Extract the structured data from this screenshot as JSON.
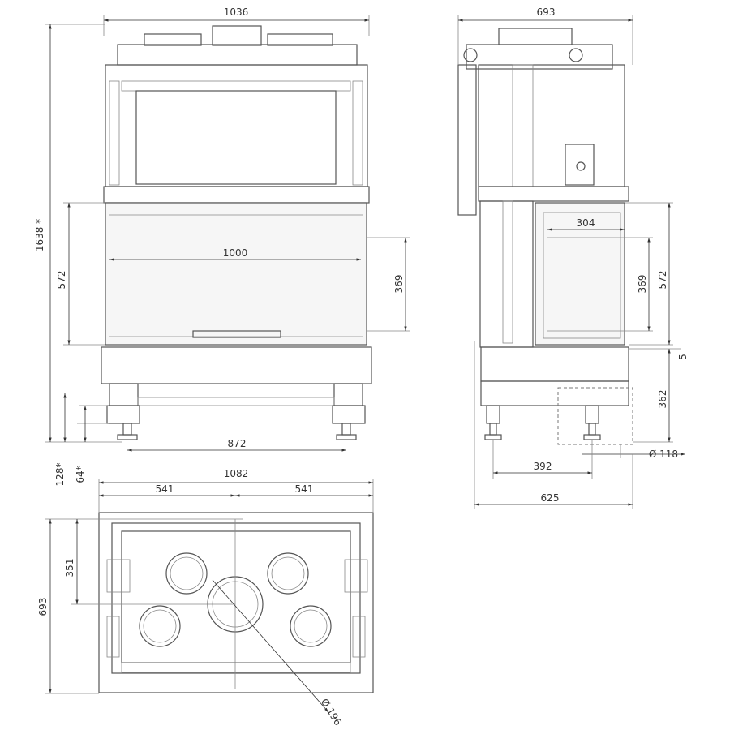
{
  "title": "Fireplace insert dimensional drawing",
  "front_view": {
    "overall_width": "1036",
    "overall_height": "1638 *",
    "glass_height": "572",
    "glass_width": "1000",
    "opening_height": "369",
    "feet_spacing": "872",
    "adjust_max": "128*",
    "adjust_min": "64*"
  },
  "top_view": {
    "overall_width": "1082",
    "half_left": "541",
    "half_right": "541",
    "center_depth": "351",
    "overall_depth": "693",
    "flue_diameter": "Ø 196"
  },
  "side_view": {
    "overall_depth": "693",
    "glass_width": "304",
    "opening_height": "369",
    "glass_height": "572",
    "gap": "5",
    "base_height": "362",
    "air_inlet_diameter": "Ø 118",
    "feet_spacing": "392",
    "base_depth": "625"
  },
  "colors": {
    "line": "#555555",
    "dim": "#333333"
  }
}
